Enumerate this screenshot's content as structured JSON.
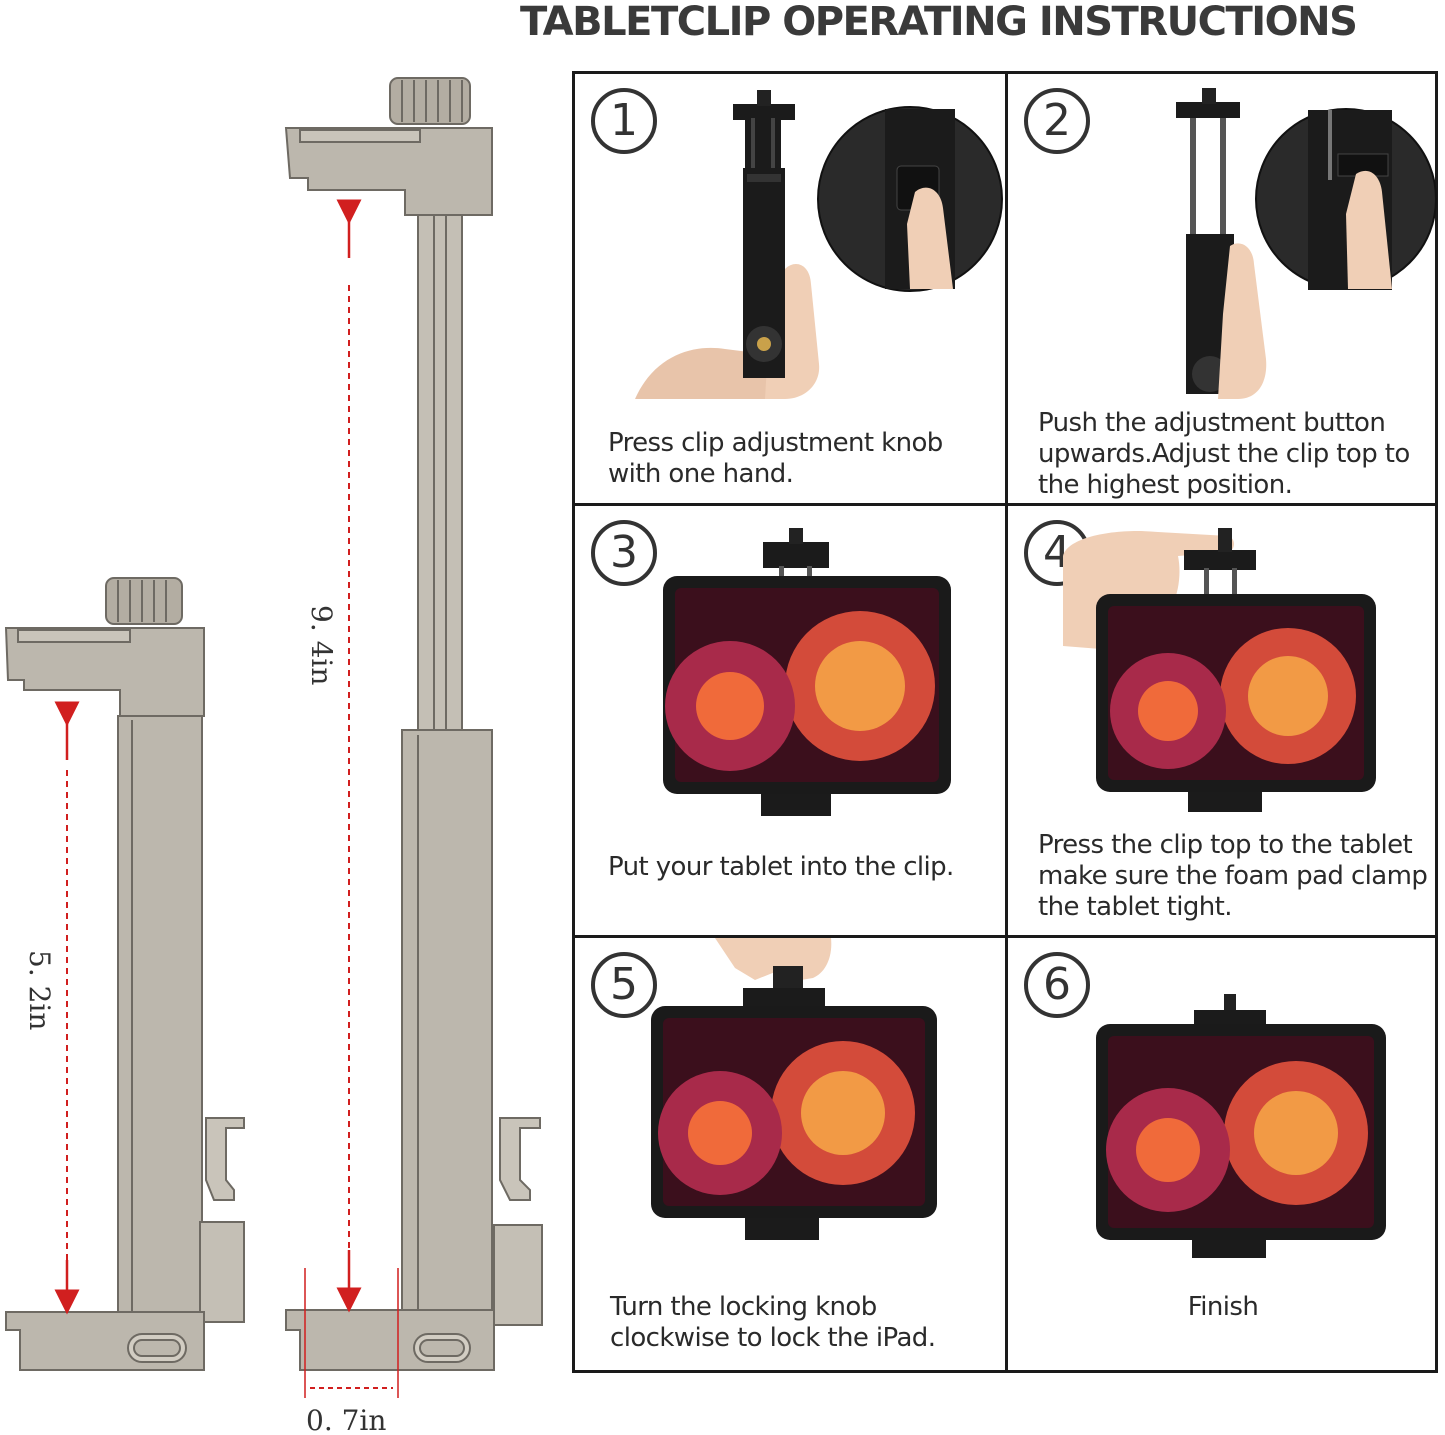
{
  "title": "TABLETCLIP OPERATING INSTRUCTIONS",
  "dimensions": {
    "tall_height": "9. 4in",
    "short_height": "5. 2in",
    "depth": "0. 7in"
  },
  "steps": [
    {
      "number": "1",
      "caption": "Press clip adjustment knob with one hand."
    },
    {
      "number": "2",
      "caption": "Push the adjustment button upwards.Adjust the clip top to the highest position."
    },
    {
      "number": "3",
      "caption": "Put your tablet into the clip."
    },
    {
      "number": "4",
      "caption": "Press the clip top to the tablet make sure the foam pad clamp the tablet tight."
    },
    {
      "number": "5",
      "caption": "Turn the locking knob clockwise to lock the iPad."
    },
    {
      "number": "6",
      "caption": "Finish"
    }
  ],
  "colors": {
    "metal": "#bcb7ad",
    "metal_edge": "#6e6a63",
    "arrow": "#d11f1f",
    "clip_black": "#1b1b1b"
  },
  "icons": [
    "circle-number-icon",
    "finger-icon",
    "tablet-icon",
    "clip-icon",
    "knob-icon"
  ]
}
